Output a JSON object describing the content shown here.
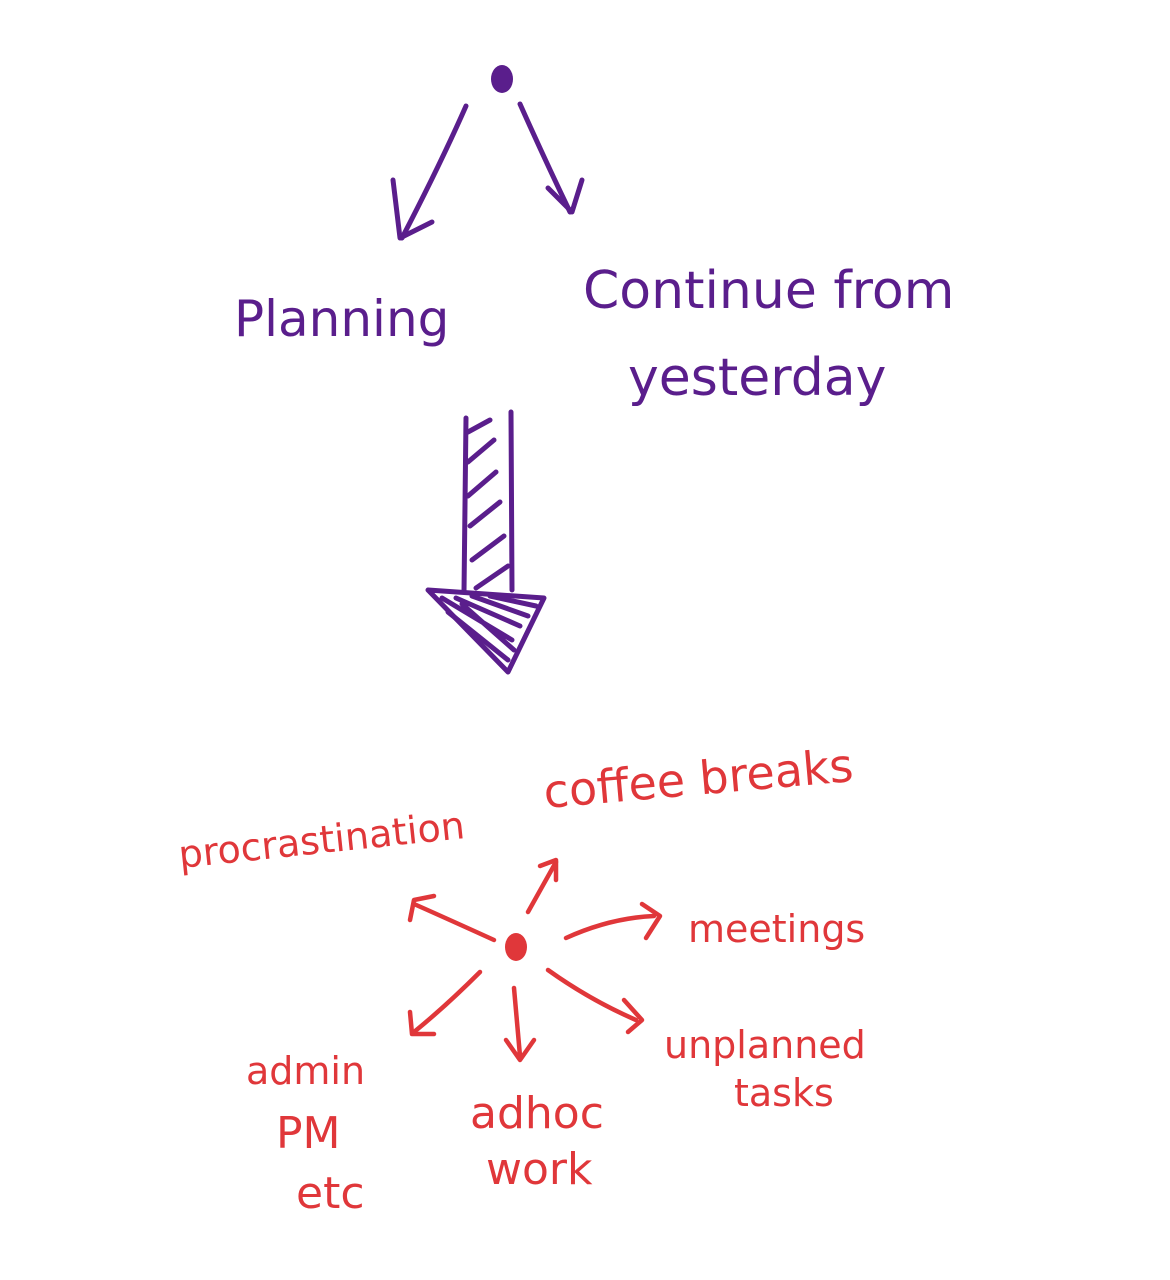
{
  "top": {
    "left_label": "Planning",
    "right_label_line1": "Continue from",
    "right_label_line2": "yesterday",
    "color": "#5a1e8c"
  },
  "bottom": {
    "color": "#e0373a",
    "labels": {
      "coffee": "coffee breaks",
      "procrastination": "procrastination",
      "meetings": "meetings",
      "unplanned_line1": "unplanned",
      "unplanned_line2": "tasks",
      "admin_line1": "admin",
      "admin_line2": "PM",
      "admin_line3": "etc",
      "adhoc_line1": "adhoc",
      "adhoc_line2": "work"
    }
  }
}
